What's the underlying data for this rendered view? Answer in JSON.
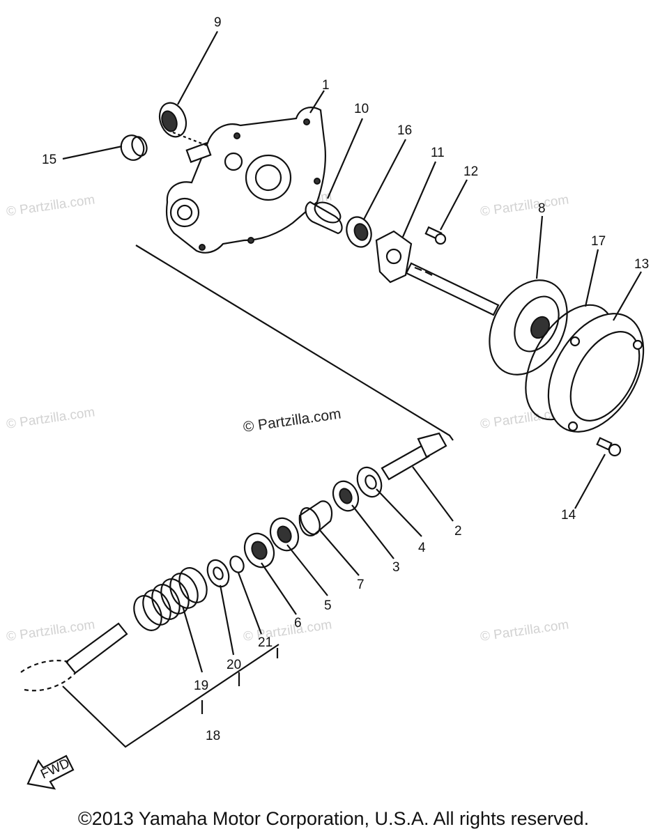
{
  "watermark": "© Partzilla.com",
  "center_watermark": "© Partzilla.com",
  "copyright": "©2013 Yamaha Motor Corporation, U.S.A. All rights reserved.",
  "fwd_label": "FWD",
  "callouts": [
    "1",
    "2",
    "3",
    "4",
    "5",
    "6",
    "7",
    "8",
    "9",
    "10",
    "11",
    "12",
    "13",
    "14",
    "15",
    "16",
    "17",
    "18",
    "19",
    "20",
    "21"
  ]
}
